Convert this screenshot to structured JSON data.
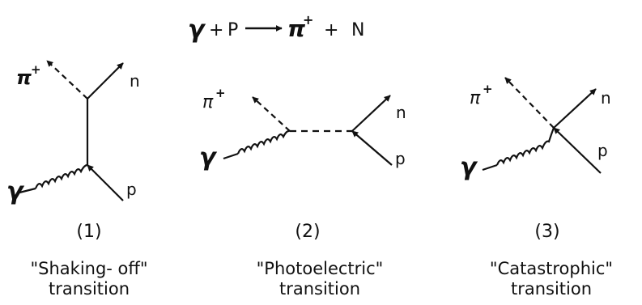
{
  "title": {
    "gamma": "γ",
    "plus1": "+",
    "p": "P",
    "pi": "π",
    "pi_charge": "+",
    "plus2": "+",
    "n": "N"
  },
  "diagrams": [
    {
      "number": "(1)",
      "caption_line1": "\"Shaking- off\"",
      "caption_line2": "transition",
      "labels": {
        "pi": "π",
        "pi_charge": "+",
        "n": "n",
        "p": "p",
        "gamma": "γ"
      }
    },
    {
      "number": "(2)",
      "caption_line1": "\"Photoelectric\"",
      "caption_line2": "transition",
      "labels": {
        "pi": "π",
        "pi_charge": "+",
        "n": "n",
        "p": "p",
        "gamma": "γ"
      }
    },
    {
      "number": "(3)",
      "caption_line1": "\"Catastrophic\"",
      "caption_line2": "transition",
      "labels": {
        "pi": "π",
        "pi_charge": "+",
        "n": "n",
        "p": "p",
        "gamma": "γ"
      }
    }
  ]
}
